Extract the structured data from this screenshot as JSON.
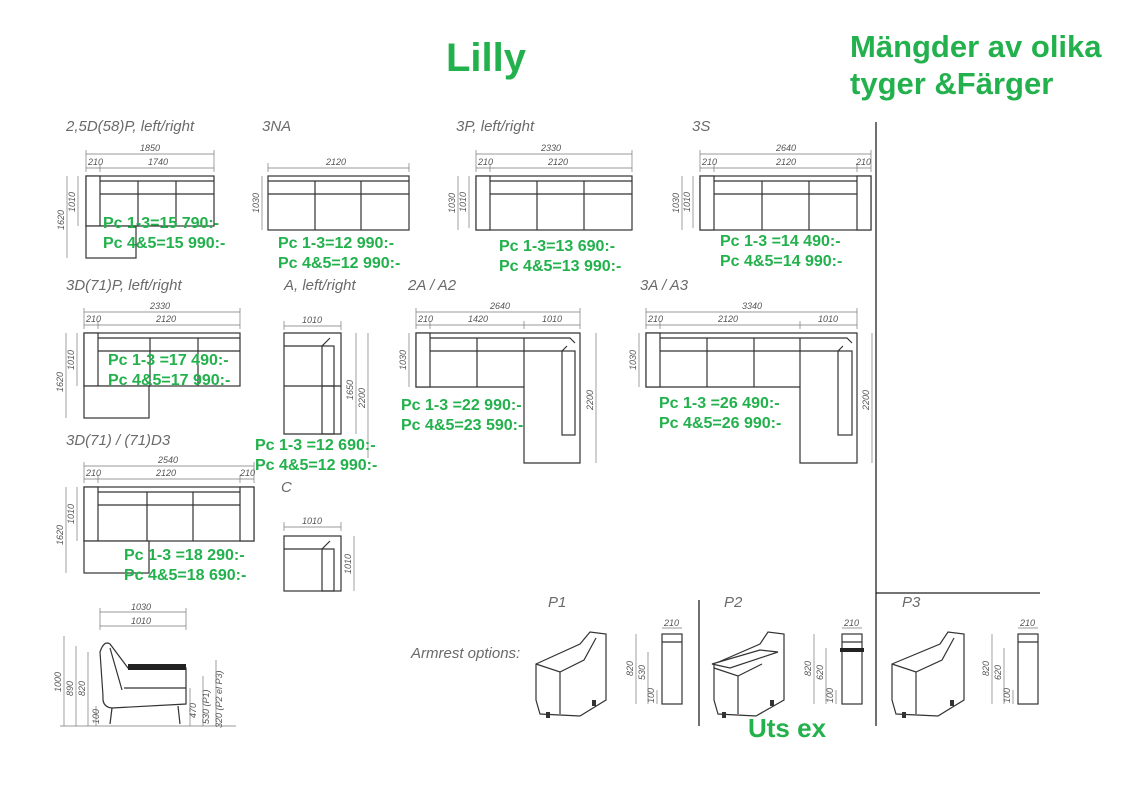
{
  "title": "Lilly",
  "promo": [
    "Mängder av olika",
    "tyger &Färger"
  ],
  "labels": {
    "m25d": "2,5D(58)P, left/right",
    "m3na": "3NA",
    "m3p": "3P, left/right",
    "m3s": "3S",
    "m3d71p": "3D(71)P, left/right",
    "ma": "A, left/right",
    "m2a": "2A / A2",
    "m3a": "3A / A3",
    "m3d71d3": "3D(71) / (71)D3",
    "mc": "C",
    "p1": "P1",
    "p2": "P2",
    "p3": "P3",
    "armrest": "Armrest options:"
  },
  "prices": {
    "m25d": [
      "Pc 1-3=15 790:-",
      "Pc 4&5=15 990:-"
    ],
    "m3na": [
      "Pc 1-3=12 990:-",
      "Pc 4&5=12 990:-"
    ],
    "m3p": [
      "Pc 1-3=13 690:-",
      "Pc 4&5=13 990:-"
    ],
    "m3s": [
      "Pc 1-3 =14 490:-",
      "Pc 4&5=14 990:-"
    ],
    "m3d71p": [
      "Pc 1-3 =17 490:-",
      "Pc 4&5=17 990:-"
    ],
    "m2a": [
      "Pc 1-3 =22 990:-",
      "Pc 4&5=23 590:-"
    ],
    "m3a": [
      "Pc 1-3 =26 490:-",
      "Pc 4&5=26 990:-"
    ],
    "ma": [
      "Pc 1-3 =12 690:-",
      "Pc 4&5=12 990:-"
    ],
    "m3d71d3": [
      "Pc 1-3 =18 290:-",
      "Pc 4&5=18 690:-"
    ]
  },
  "dims": {
    "m25d": {
      "total": "1850",
      "arm": "210",
      "seat": "1740",
      "depth": "1010",
      "length": "1620"
    },
    "m3na": {
      "width": "2120",
      "depth": "1030"
    },
    "m3p": {
      "total": "2330",
      "arm": "210",
      "seat": "2120",
      "depth_a": "1030",
      "depth_b": "1010"
    },
    "m3s": {
      "total": "2640",
      "arm_l": "210",
      "seat": "2120",
      "arm_r": "210",
      "depth_a": "1030",
      "depth_b": "1010"
    },
    "m3d71p": {
      "total": "2330",
      "arm": "210",
      "seat": "2120",
      "depth": "1010",
      "length": "1620"
    },
    "ma": {
      "width": "1010",
      "depth": "1650",
      "length": "2200"
    },
    "m2a": {
      "total": "2640",
      "arm": "210",
      "seat": "1420",
      "corner": "1010",
      "depth": "1030",
      "length": "2200"
    },
    "m3a": {
      "total": "3340",
      "arm": "210",
      "seat": "2120",
      "corner": "1010",
      "depth": "1030",
      "length": "2200"
    },
    "m3d71d3": {
      "total": "2540",
      "arm_l": "210",
      "seat": "2120",
      "arm_r": "210",
      "depth": "1010",
      "length": "1620"
    },
    "mc": {
      "width": "1010",
      "depth": "1010"
    },
    "side": {
      "w1": "1030",
      "w2": "1010",
      "h1": "1000",
      "h2": "890",
      "h3": "820",
      "leg": "100",
      "seat": "470",
      "p1": "530 (P1)",
      "p2": "320 (P2 el P3)"
    },
    "p1": {
      "w": "210",
      "h1": "820",
      "h2": "530",
      "leg": "100"
    },
    "p2": {
      "w": "210",
      "h1": "820",
      "h2": "620",
      "leg": "100"
    },
    "p3": {
      "w": "210",
      "h1": "820",
      "h2": "620",
      "leg": "100"
    }
  },
  "uts": "Uts ex"
}
